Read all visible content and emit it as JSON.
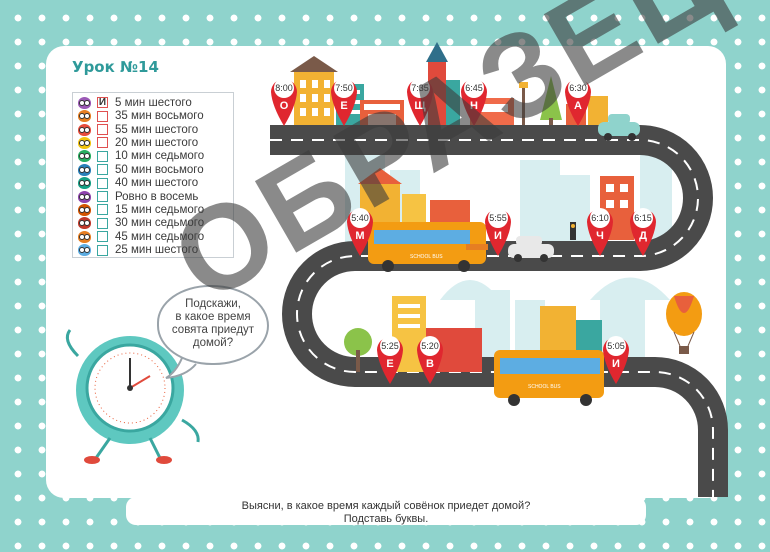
{
  "title": "Урок №14",
  "rows": [
    {
      "time": "5 мин шестого",
      "mark": "И",
      "owl_color": "#9b59b6",
      "box_color": "#e05050"
    },
    {
      "time": "35 мин восьмого",
      "mark": "",
      "owl_color": "#e67e22",
      "box_color": "#e05050"
    },
    {
      "time": "55 мин шестого",
      "mark": "",
      "owl_color": "#e74c3c",
      "box_color": "#e05050"
    },
    {
      "time": "20 мин шестого",
      "mark": "",
      "owl_color": "#f1c40f",
      "box_color": "#e05050"
    },
    {
      "time": "10 мин седьмого",
      "mark": "",
      "owl_color": "#27ae60",
      "box_color": "#3aa7a0"
    },
    {
      "time": "50 мин восьмого",
      "mark": "",
      "owl_color": "#2980b9",
      "box_color": "#3aa7a0"
    },
    {
      "time": "40 мин шестого",
      "mark": "",
      "owl_color": "#16a085",
      "box_color": "#3aa7a0"
    },
    {
      "time": "Ровно в восемь",
      "mark": "",
      "owl_color": "#8e44ad",
      "box_color": "#3aa7a0"
    },
    {
      "time": "15 мин седьмого",
      "mark": "",
      "owl_color": "#d35400",
      "box_color": "#3aa7a0"
    },
    {
      "time": "30 мин седьмого",
      "mark": "",
      "owl_color": "#c0392b",
      "box_color": "#3aa7a0"
    },
    {
      "time": "45 мин седьмого",
      "mark": "",
      "owl_color": "#e67e22",
      "box_color": "#3aa7a0"
    },
    {
      "time": "25 мин шестого",
      "mark": "",
      "owl_color": "#5dade2",
      "box_color": "#3aa7a0"
    }
  ],
  "pins": [
    {
      "time": "8:00",
      "letter": "О"
    },
    {
      "time": "7:50",
      "letter": "Е"
    },
    {
      "time": "7:35",
      "letter": "Щ"
    },
    {
      "time": "6:45",
      "letter": "Н"
    },
    {
      "time": "6:30",
      "letter": "А"
    },
    {
      "time": "5:40",
      "letter": "М"
    },
    {
      "time": "5:55",
      "letter": "И"
    },
    {
      "time": "6:10",
      "letter": "Ч"
    },
    {
      "time": "6:15",
      "letter": "Д"
    },
    {
      "time": "5:25",
      "letter": "Е"
    },
    {
      "time": "5:20",
      "letter": "В"
    },
    {
      "time": "5:05",
      "letter": "И"
    }
  ],
  "bubble_text": [
    "Подскажи,",
    "в какое время",
    "совята приедут",
    "домой?"
  ],
  "bus_label": "SCHOOL BUS",
  "watermark": "ОБРАЗЕЦ",
  "footer": [
    "Выясни, в какое время каждый совёнок приедет домой?",
    "Подставь буквы."
  ],
  "colors": {
    "background": "#8fd3cc",
    "accent": "#2f9a9a",
    "pin": "#e0272f",
    "road": "#4a4a4a"
  }
}
